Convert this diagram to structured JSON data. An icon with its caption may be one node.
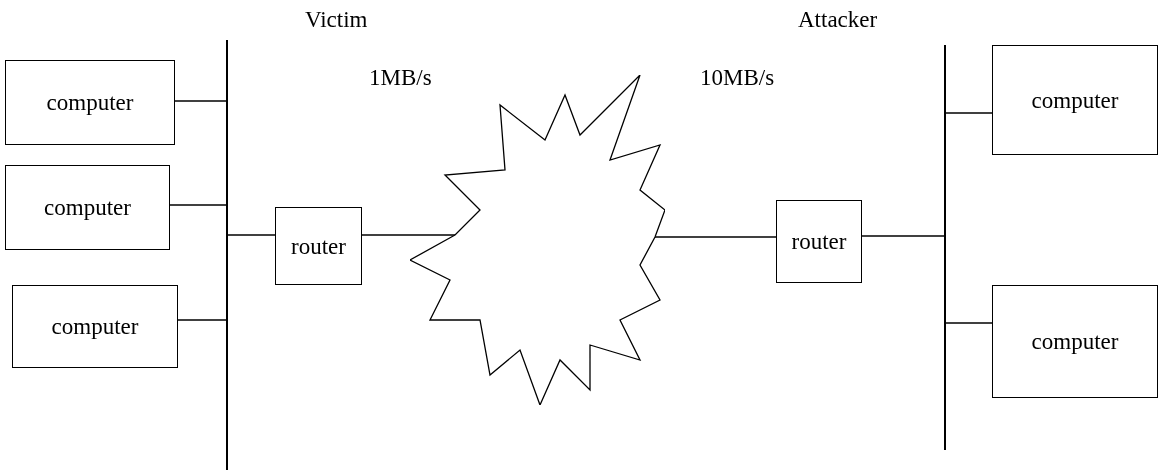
{
  "diagram": {
    "nodes": [
      {
        "text": [],
        "shape": "bar"
      },
      {
        "text": [
          "computer"
        ]
      },
      {
        "text": [
          "computer"
        ]
      },
      {
        "text": [
          "computer"
        ]
      },
      {
        "text": [
          "router"
        ]
      },
      {
        "text": [],
        "shape": "cloud"
      },
      {
        "text": [
          "router"
        ]
      },
      {
        "text": [],
        "shape": "bar"
      },
      {
        "text": [
          "computer"
        ]
      },
      {
        "text": [
          "computer"
        ]
      }
    ],
    "edges": [
      {
        "from": 1,
        "to": 0,
        "arrow": "none"
      },
      {
        "from": 2,
        "to": 0,
        "arrow": "none"
      },
      {
        "from": 3,
        "to": 0,
        "arrow": "none"
      },
      {
        "from": 0,
        "to": 4,
        "arrow": "none"
      },
      {
        "from": 4,
        "to": 5,
        "arrow": "none"
      },
      {
        "from": 5,
        "to": 6,
        "arrow": "none"
      },
      {
        "from": 6,
        "to": 7,
        "arrow": "none"
      },
      {
        "from": 7,
        "to": 8,
        "arrow": "none"
      },
      {
        "from": 7,
        "to": 9,
        "arrow": "none"
      }
    ],
    "labels": [
      "Victim",
      "Attacker",
      "1MB/s",
      "10MB/s"
    ]
  }
}
